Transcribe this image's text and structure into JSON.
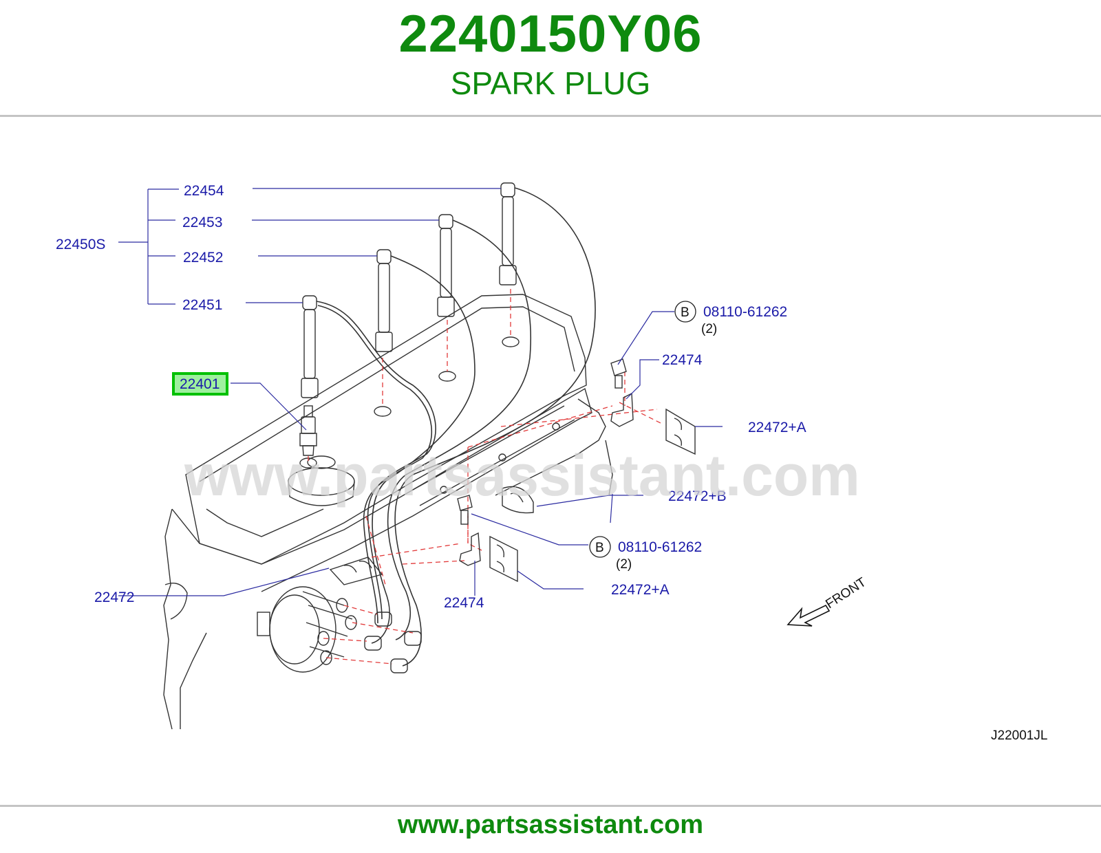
{
  "header": {
    "part_number": "2240150Y06",
    "part_name": "SPARK PLUG"
  },
  "footer": {
    "url": "www.partsassistant.com"
  },
  "watermark": "www.partsassistant.com",
  "colors": {
    "brand_green": "#0e8a0e",
    "label_blue": "#1a1aa8",
    "highlight_green": "#00c000",
    "highlight_fill": "#9ef09e",
    "dash_red": "#e23a3a"
  },
  "diagram": {
    "labels": {
      "set": "22450S",
      "wire4": "22454",
      "wire3": "22453",
      "wire2": "22452",
      "wire1": "22451",
      "spark_plug": "22401",
      "bolt_top_code": "08110-61262",
      "bolt_top_qty": "(2)",
      "bolt_top_letter": "B",
      "bracket_top": "22474",
      "clamp_top_a": "22472+A",
      "clamp_b": "22472+B",
      "bolt_mid_code": "08110-61262",
      "bolt_mid_qty": "(2)",
      "bolt_mid_letter": "B",
      "clamp_left": "22472",
      "bracket_bottom": "22474",
      "clamp_bottom_a": "22472+A",
      "front": "FRONT",
      "drawing_code": "J22001JL"
    }
  }
}
